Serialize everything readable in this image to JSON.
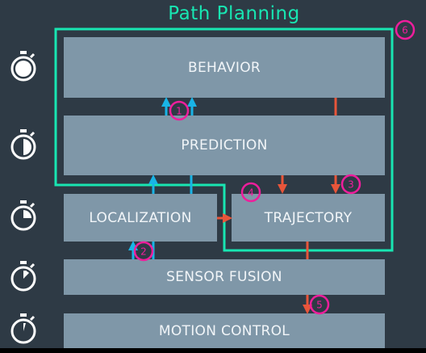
{
  "title": "Path Planning",
  "boxes": {
    "behavior": "BEHAVIOR",
    "prediction": "PREDICTION",
    "localization": "LOCALIZATION",
    "trajectory": "TRAJECTORY",
    "sensor_fusion": "SENSOR FUSION",
    "motion_control": "MOTION CONTROL"
  },
  "badges": [
    "1",
    "2",
    "3",
    "4",
    "5",
    "6"
  ],
  "stopwatch_icons": [
    "stopwatch-full-icon",
    "stopwatch-half-icon",
    "stopwatch-quarter-icon",
    "stopwatch-eighth-icon",
    "stopwatch-sliver-icon"
  ],
  "colors": {
    "background": "#2e3a45",
    "box": "#7f97a8",
    "box_text": "#f1f5f8",
    "title": "#18e6b2",
    "frame": "#18e6b2",
    "arrow_blue": "#19b4e6",
    "arrow_red": "#e8553a",
    "badge": "#ee1e9c"
  }
}
